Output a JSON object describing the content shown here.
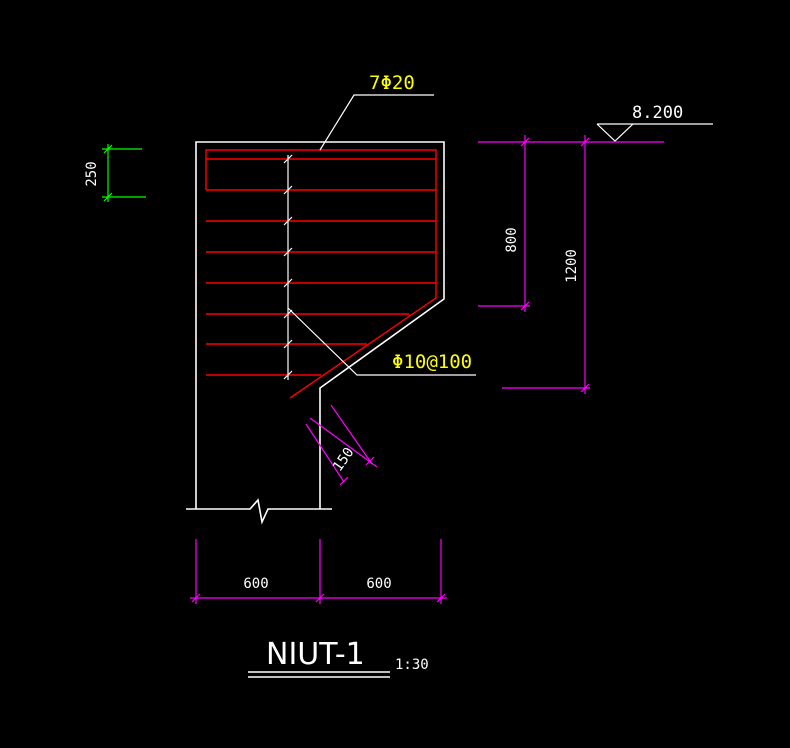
{
  "drawing": {
    "title": "NIUT-1",
    "scale": "1:30",
    "colors": {
      "background": "#000000",
      "outline": "#ffffff",
      "rebar": "#ff0000",
      "leader_text": "#ffff00",
      "dimension": "#ff00ff",
      "dimension_alt": "#00ff00",
      "dim_text": "#ffffff"
    },
    "labels": {
      "main_bars": "7Φ20",
      "stirrups": "Φ10@100",
      "elevation": "8.200"
    },
    "dimensions": {
      "d250": "250",
      "d800": "800",
      "d1200": "1200",
      "d150": "150",
      "width_left": "600",
      "width_right": "600"
    }
  }
}
